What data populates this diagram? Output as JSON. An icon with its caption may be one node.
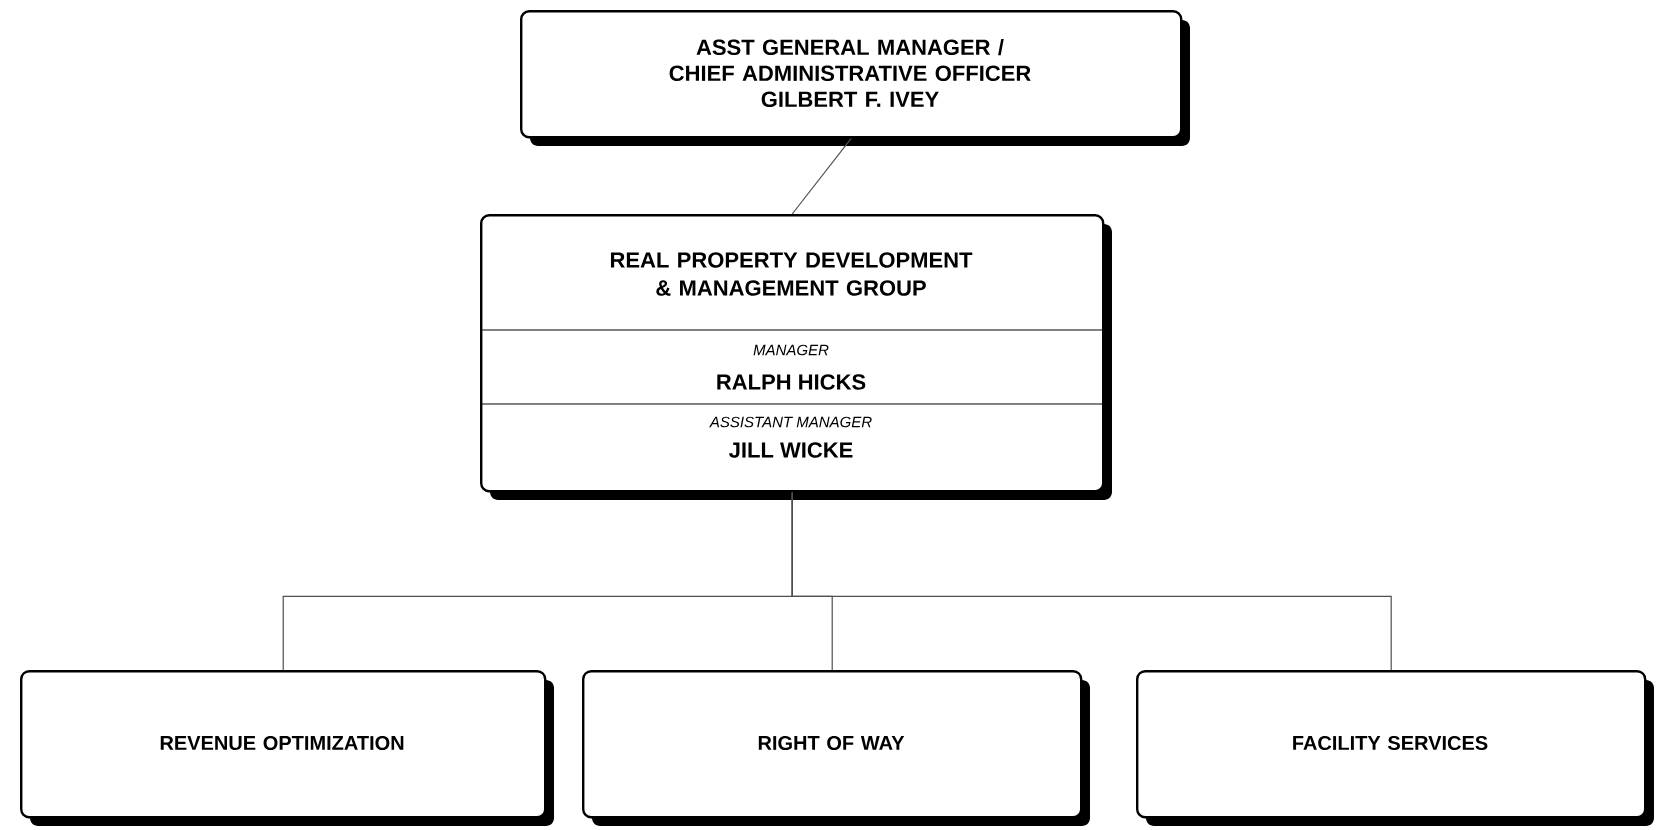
{
  "diagram": {
    "nodes": [
      {
        "text": [
          "ASST GENERAL MANAGER / CHIEF ADMINISTRATIVE OFFICER",
          "GILBERT F. IVEY"
        ]
      },
      {
        "text": [
          "REAL PROPERTY DEVELOPMENT & MANAGEMENT GROUP",
          "MANAGER",
          "RALPH HICKS",
          "ASSISTANT MANAGER",
          "JILL WICKE"
        ]
      },
      {
        "text": [
          "REVENUE OPTIMIZATION"
        ]
      },
      {
        "text": [
          "RIGHT OF WAY"
        ]
      },
      {
        "text": [
          "FACILITY SERVICES"
        ]
      }
    ],
    "edges": [
      {
        "from": 0,
        "to": 1,
        "arrow": "none"
      },
      {
        "from": 1,
        "to": 2,
        "arrow": "none"
      },
      {
        "from": 1,
        "to": 3,
        "arrow": "none"
      },
      {
        "from": 1,
        "to": 4,
        "arrow": "none"
      }
    ]
  }
}
